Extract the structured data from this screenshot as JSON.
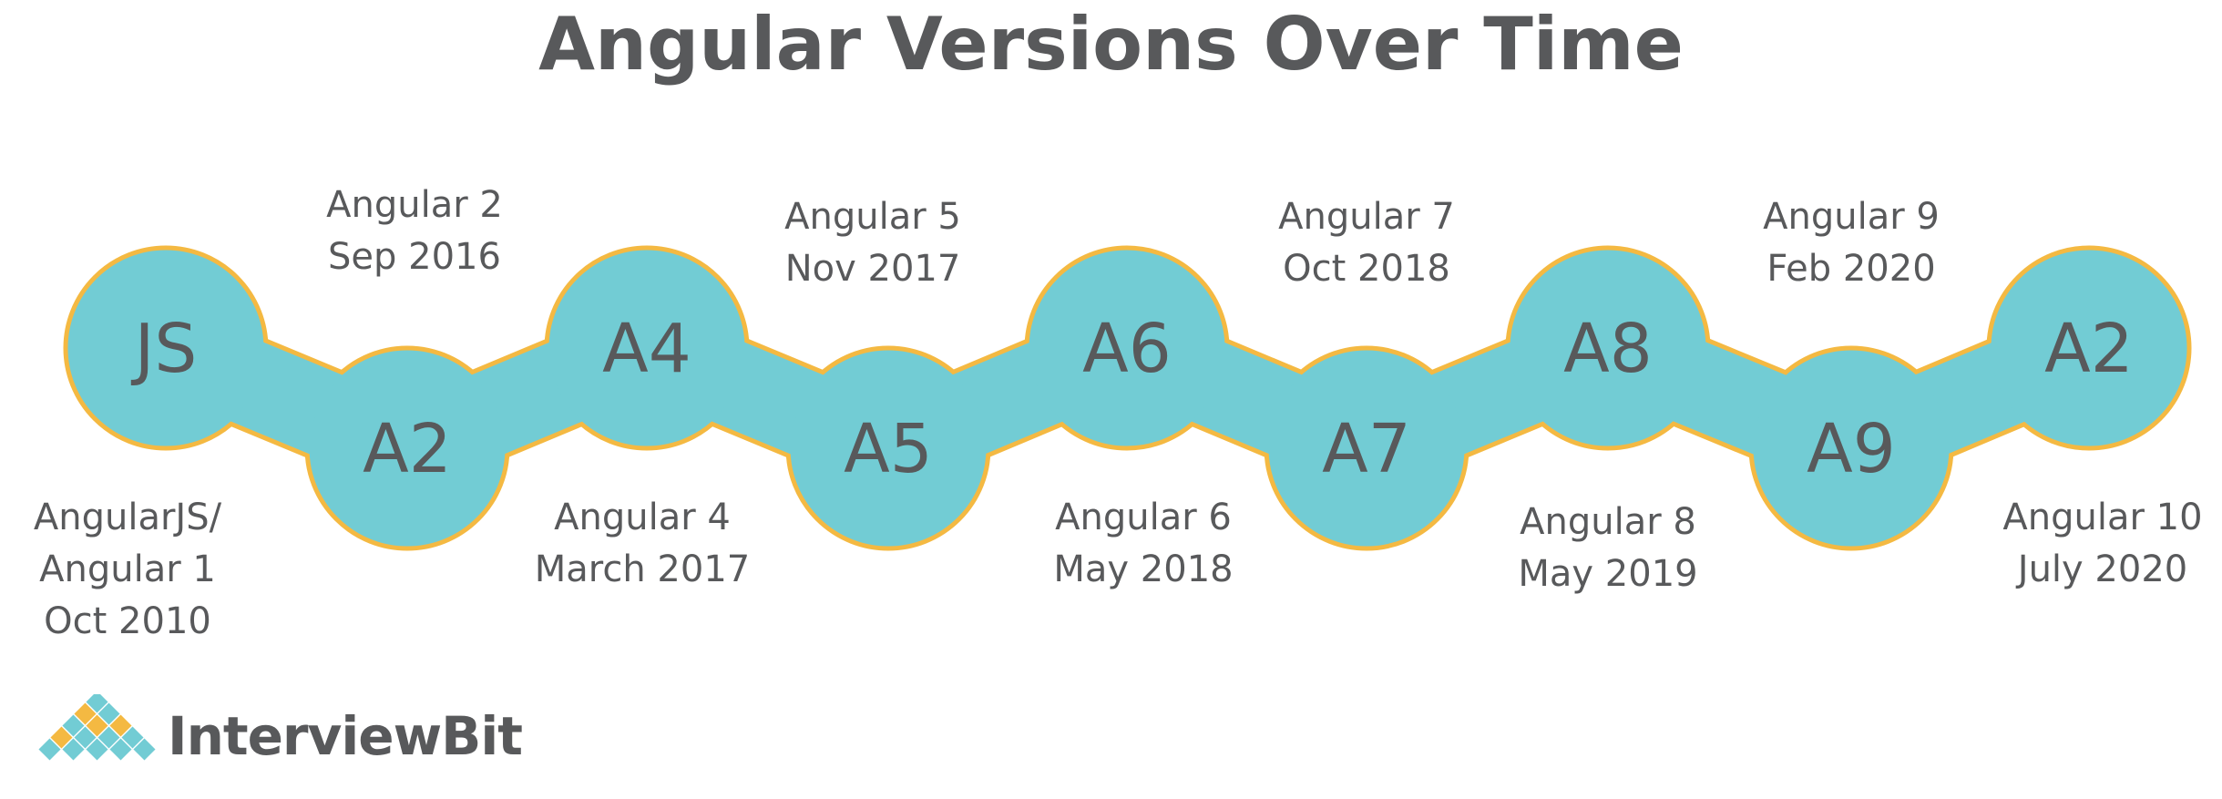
{
  "title": "Angular Versions Over Time",
  "colors": {
    "circle_fill": "#72ccd4",
    "circle_outline": "#f4b942",
    "text": "#58595b"
  },
  "versions": [
    {
      "label": "JS",
      "caption": [
        "AngularJS/",
        "Angular 1",
        "Oct 2010"
      ]
    },
    {
      "label": "A2",
      "caption": [
        "Angular 2",
        "Sep 2016"
      ]
    },
    {
      "label": "A4",
      "caption": [
        "Angular 4",
        "March 2017"
      ]
    },
    {
      "label": "A5",
      "caption": [
        "Angular 5",
        "Nov 2017"
      ]
    },
    {
      "label": "A6",
      "caption": [
        "Angular 6",
        "May 2018"
      ]
    },
    {
      "label": "A7",
      "caption": [
        "Angular 7",
        "Oct 2018"
      ]
    },
    {
      "label": "A8",
      "caption": [
        "Angular 8",
        "May 2019"
      ]
    },
    {
      "label": "A9",
      "caption": [
        "Angular 9",
        "Feb 2020"
      ]
    },
    {
      "label": "A2",
      "caption": [
        "Angular 10",
        "July 2020"
      ]
    }
  ],
  "logo": {
    "brand": "InterviewBit",
    "icon": "diamond-grid-logo-icon"
  }
}
